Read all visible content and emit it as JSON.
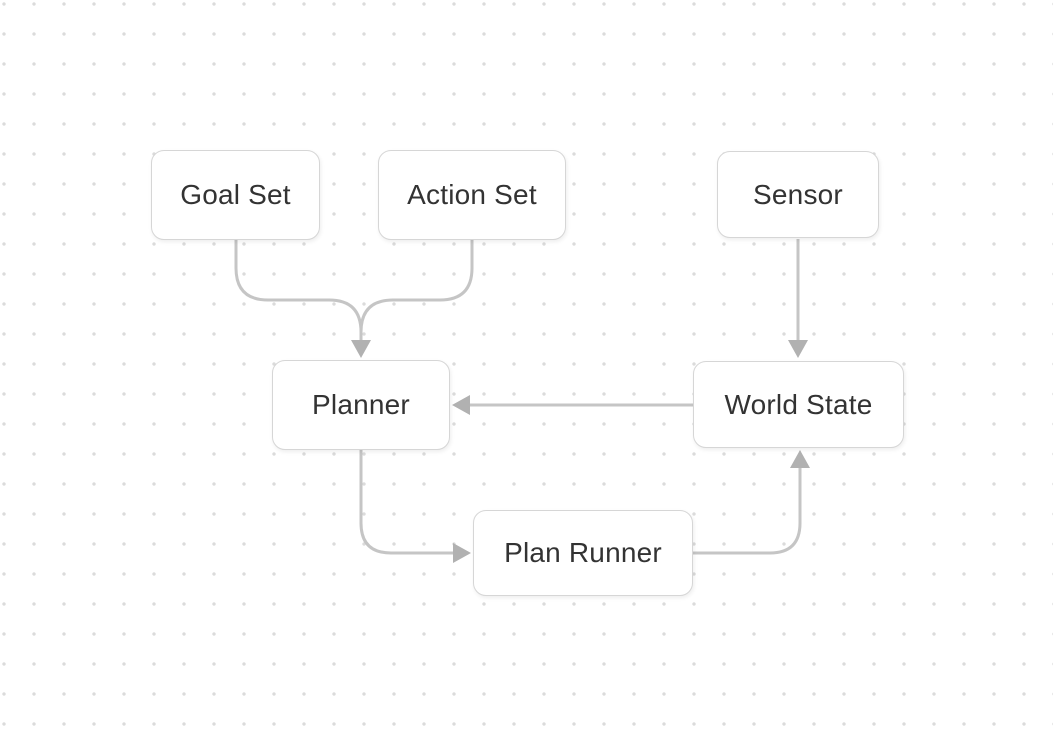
{
  "app": {
    "type": "diagram-canvas"
  },
  "colors": {
    "canvas-bg": "#ffffff",
    "dot-color": "#dbdbdb",
    "node-bg": "#ffffff",
    "node-border": "#d6d6d6",
    "node-text": "#333333",
    "edge-line": "#c5c5c5",
    "edge-head": "#b1b1b1"
  },
  "diagram": {
    "type": "flowchart",
    "nodes": [
      {
        "id": "goal-set",
        "label": "Goal Set"
      },
      {
        "id": "action-set",
        "label": "Action Set"
      },
      {
        "id": "sensor",
        "label": "Sensor"
      },
      {
        "id": "planner",
        "label": "Planner"
      },
      {
        "id": "world-state",
        "label": "World State"
      },
      {
        "id": "plan-runner",
        "label": "Plan Runner"
      }
    ],
    "edges": [
      {
        "from": "goal-set",
        "to": "planner"
      },
      {
        "from": "action-set",
        "to": "planner"
      },
      {
        "from": "sensor",
        "to": "world-state"
      },
      {
        "from": "world-state",
        "to": "planner"
      },
      {
        "from": "planner",
        "to": "plan-runner"
      },
      {
        "from": "plan-runner",
        "to": "world-state"
      }
    ]
  }
}
